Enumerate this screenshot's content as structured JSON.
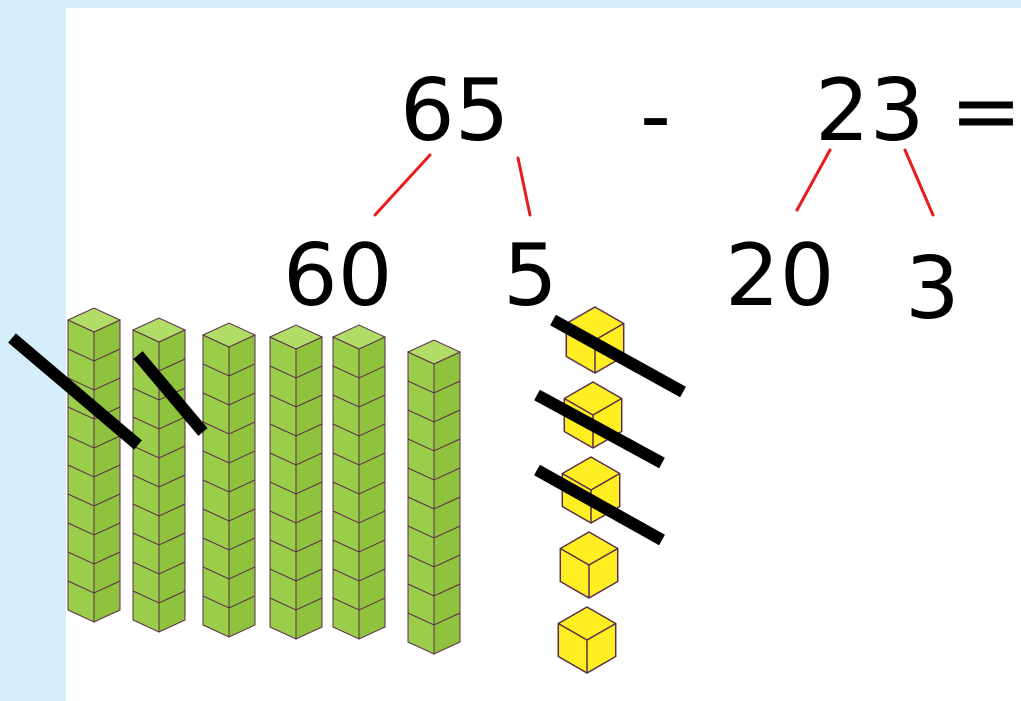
{
  "equation": {
    "minuend": "65",
    "operator": "-",
    "subtrahend": "23",
    "equals": "="
  },
  "partition": {
    "minuend_tens": "60",
    "minuend_ones": "5",
    "subtrahend_tens": "20",
    "subtrahend_ones": "3"
  },
  "manipulatives": {
    "tens_rods": {
      "count": 6,
      "cubes_per_rod": 10,
      "crossed_out": 2,
      "color": "#9acd4a"
    },
    "ones_cubes": {
      "count": 5,
      "crossed_out": 3,
      "color": "#ffee22"
    }
  },
  "colors": {
    "background_frame": "#d6eef9",
    "branch_lines": "#e81c1c",
    "cross_out_lines": "#000000"
  }
}
